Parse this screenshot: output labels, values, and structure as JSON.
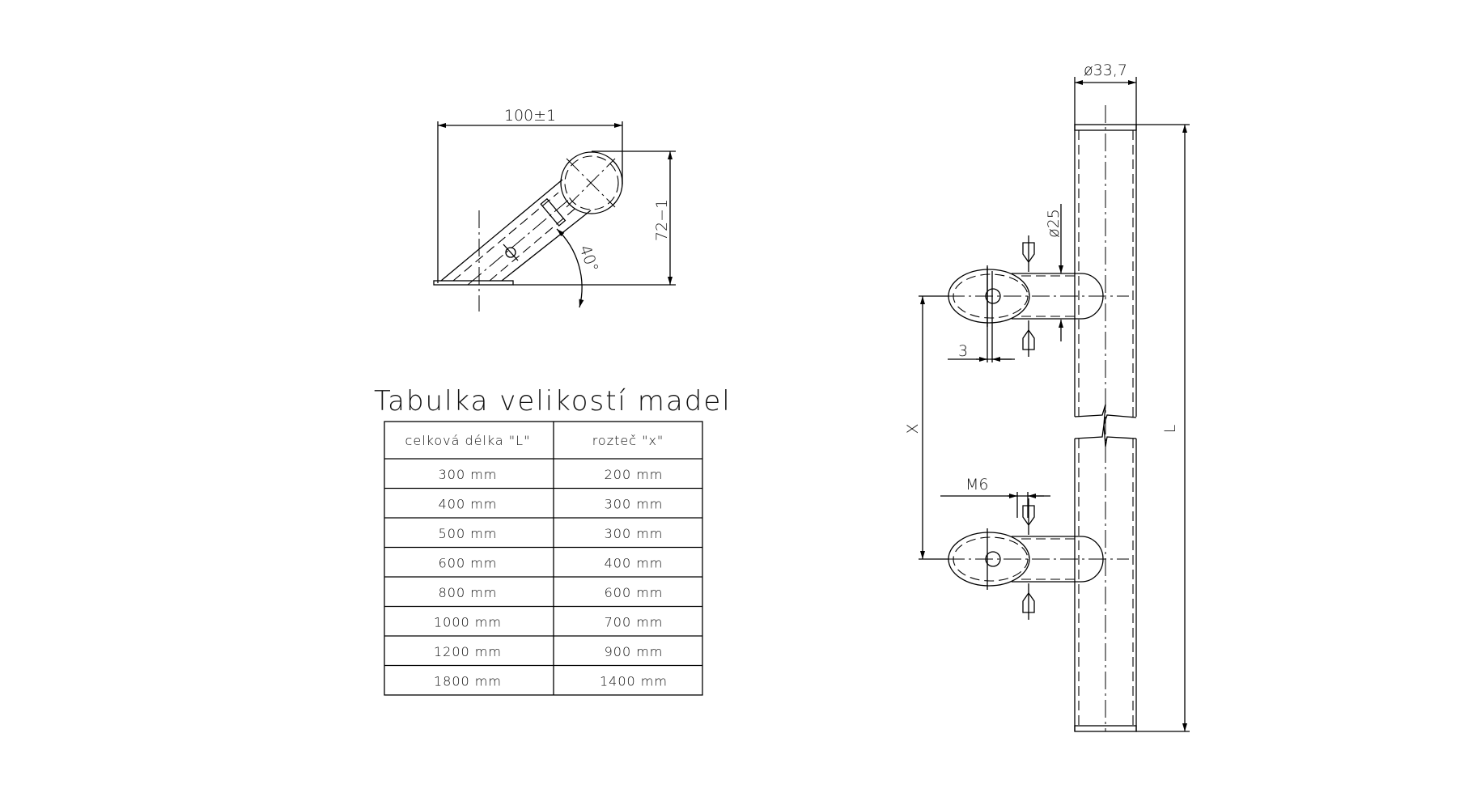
{
  "side_view": {
    "width_dim": "100±1",
    "height_dim": "72−1",
    "angle": "40°"
  },
  "front_view": {
    "tube_diameter": "ø33,7",
    "bracket_diameter": "ø25",
    "plate_thickness": "3",
    "thread": "M6",
    "spacing_label": "X",
    "length_label": "L"
  },
  "table": {
    "title": "Tabulka velikostí madel",
    "headers": [
      "celková délka \"L\"",
      "rozteč \"x\""
    ],
    "rows": [
      [
        "300 mm",
        "200 mm"
      ],
      [
        "400 mm",
        "300 mm"
      ],
      [
        "500 mm",
        "300 mm"
      ],
      [
        "600 mm",
        "400 mm"
      ],
      [
        "800 mm",
        "600 mm"
      ],
      [
        "1000 mm",
        "700 mm"
      ],
      [
        "1200 mm",
        "900 mm"
      ],
      [
        "1800 mm",
        "1400 mm"
      ]
    ]
  }
}
